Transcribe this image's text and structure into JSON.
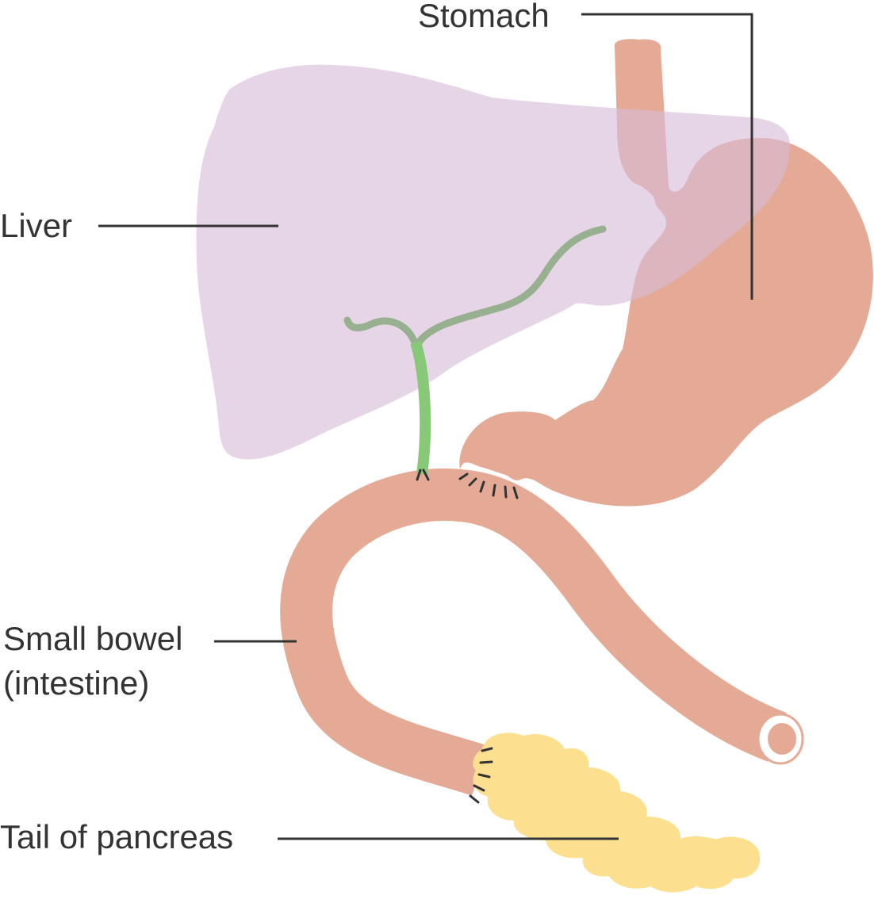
{
  "labels": {
    "stomach": "Stomach",
    "liver": "Liver",
    "small_bowel_line1": "Small bowel",
    "small_bowel_line2": "(intestine)",
    "pancreas": "Tail of pancreas"
  },
  "colors": {
    "liver": "#d6bcd9",
    "stomach": "#e5aa96",
    "bowel": "#e5aa96",
    "bile_duct_upper": "#97b08f",
    "bile_duct_lower": "#88c979",
    "pancreas": "#fde08f",
    "text": "#333333"
  }
}
